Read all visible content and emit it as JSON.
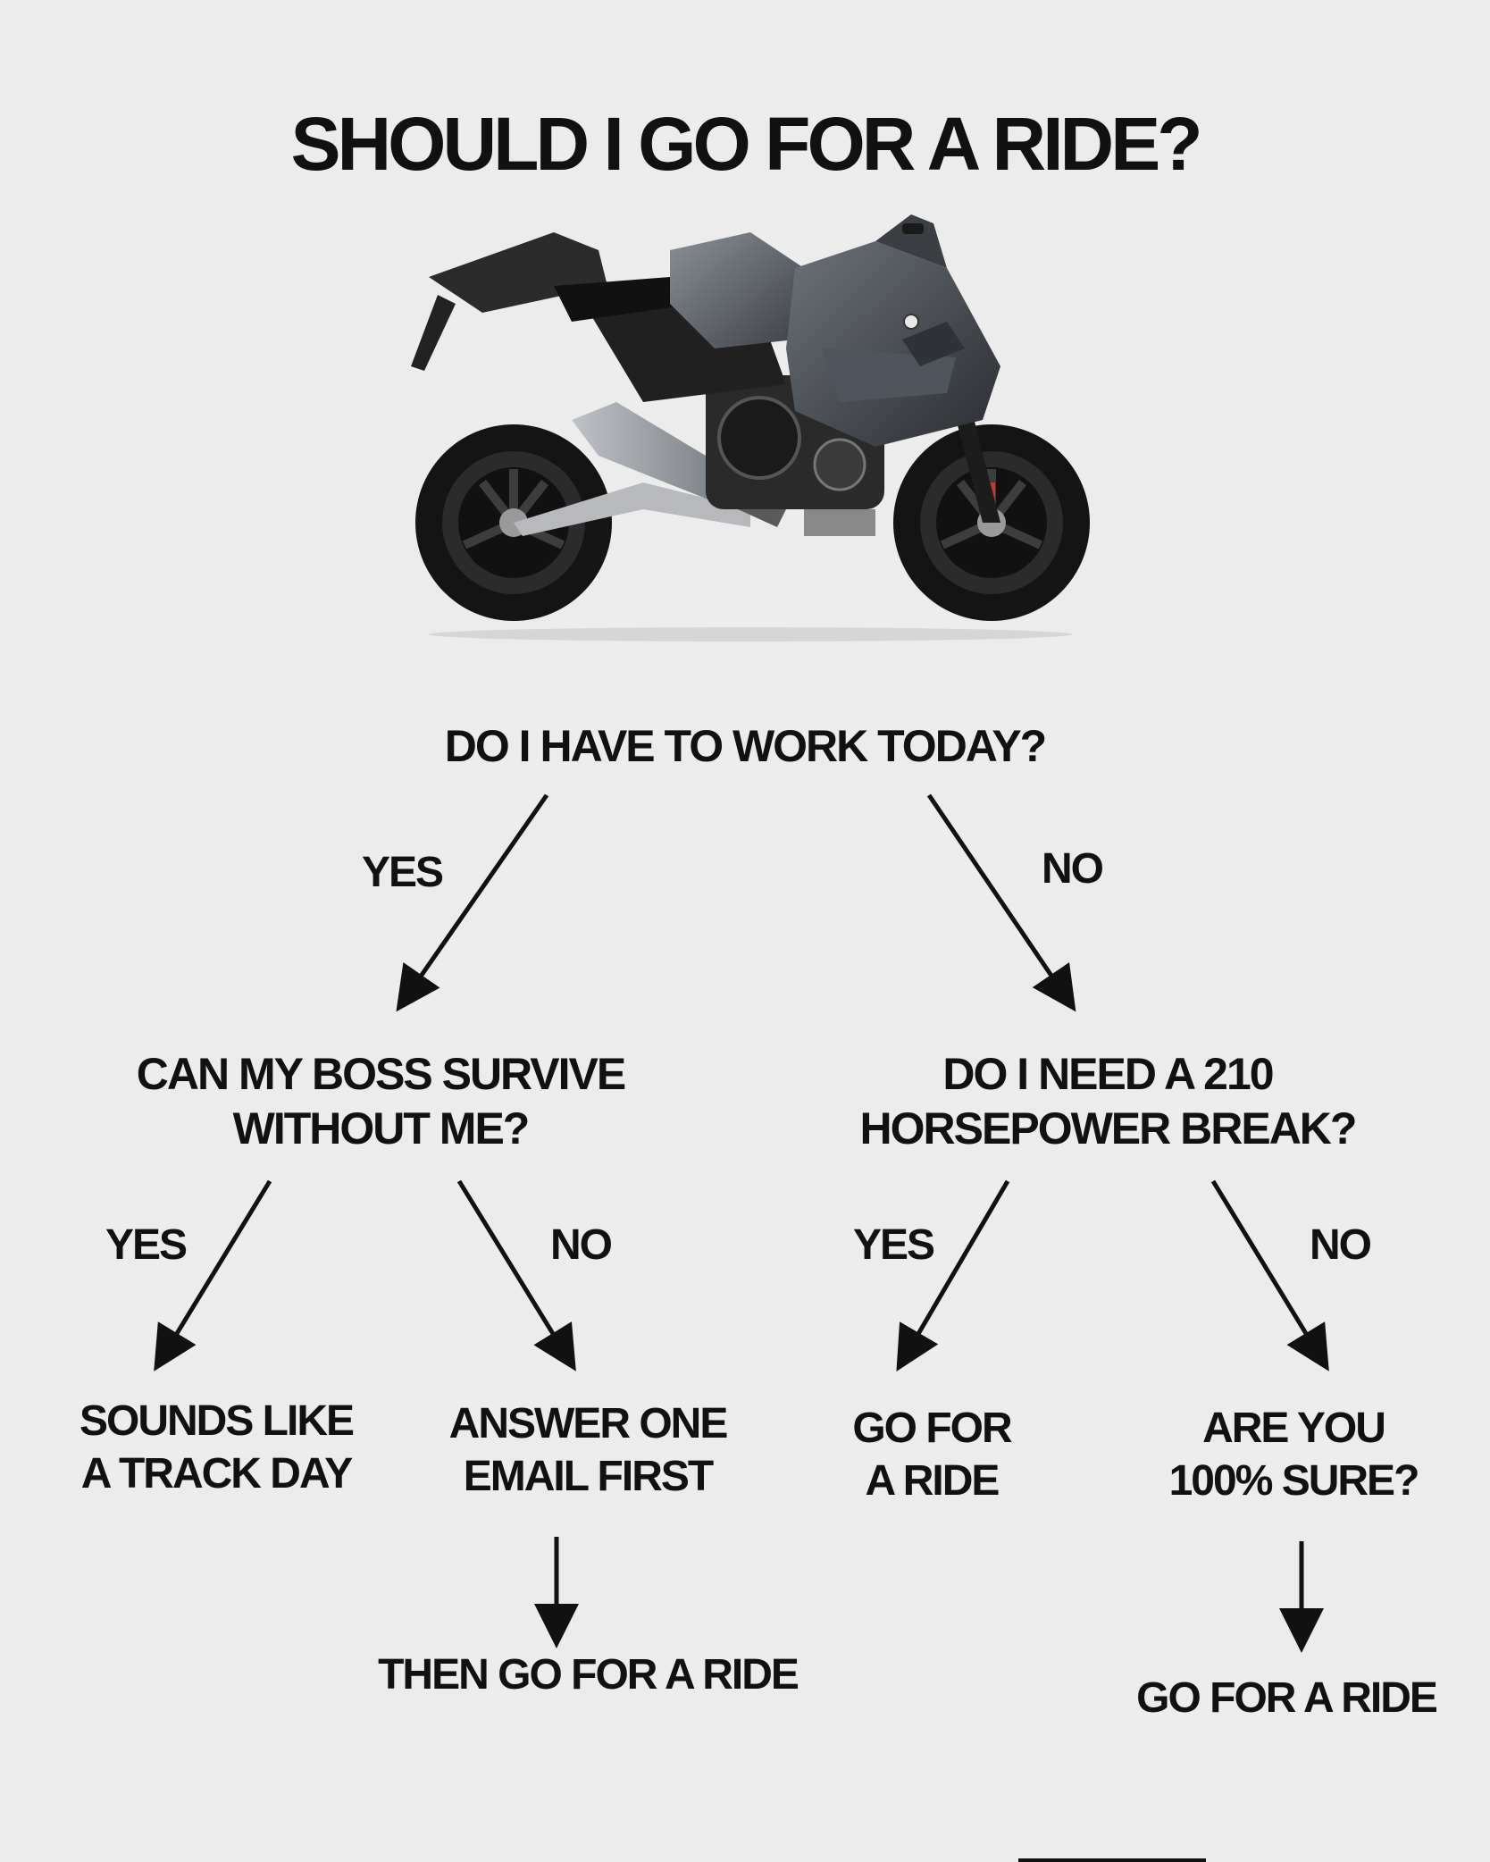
{
  "title": "SHOULD I GO FOR A RIDE?",
  "flow": {
    "root": "DO I HAVE TO WORK TODAY?",
    "yes_label": "YES",
    "no_label": "NO",
    "left": {
      "question_line1": "CAN MY BOSS SURVIVE",
      "question_line2": "WITHOUT ME?",
      "yes_label": "YES",
      "no_label": "NO",
      "yes_outcome_line1": "SOUNDS LIKE",
      "yes_outcome_line2": "A TRACK DAY",
      "no_outcome_line1": "ANSWER ONE",
      "no_outcome_line2": "EMAIL FIRST",
      "no_final": "THEN GO FOR A RIDE"
    },
    "right": {
      "question_line1": "DO I NEED A 210",
      "question_line2": "HORSEPOWER BREAK?",
      "yes_label": "YES",
      "no_label": "NO",
      "yes_outcome_line1": "GO FOR",
      "yes_outcome_line2": "A RIDE",
      "no_outcome_line1": "ARE YOU",
      "no_outcome_line2": "100% SURE?",
      "no_final": "GO FOR A RIDE"
    }
  },
  "image": {
    "subject": "motorcycle-illustration"
  },
  "colors": {
    "background": "#ececec",
    "text": "#111111"
  }
}
